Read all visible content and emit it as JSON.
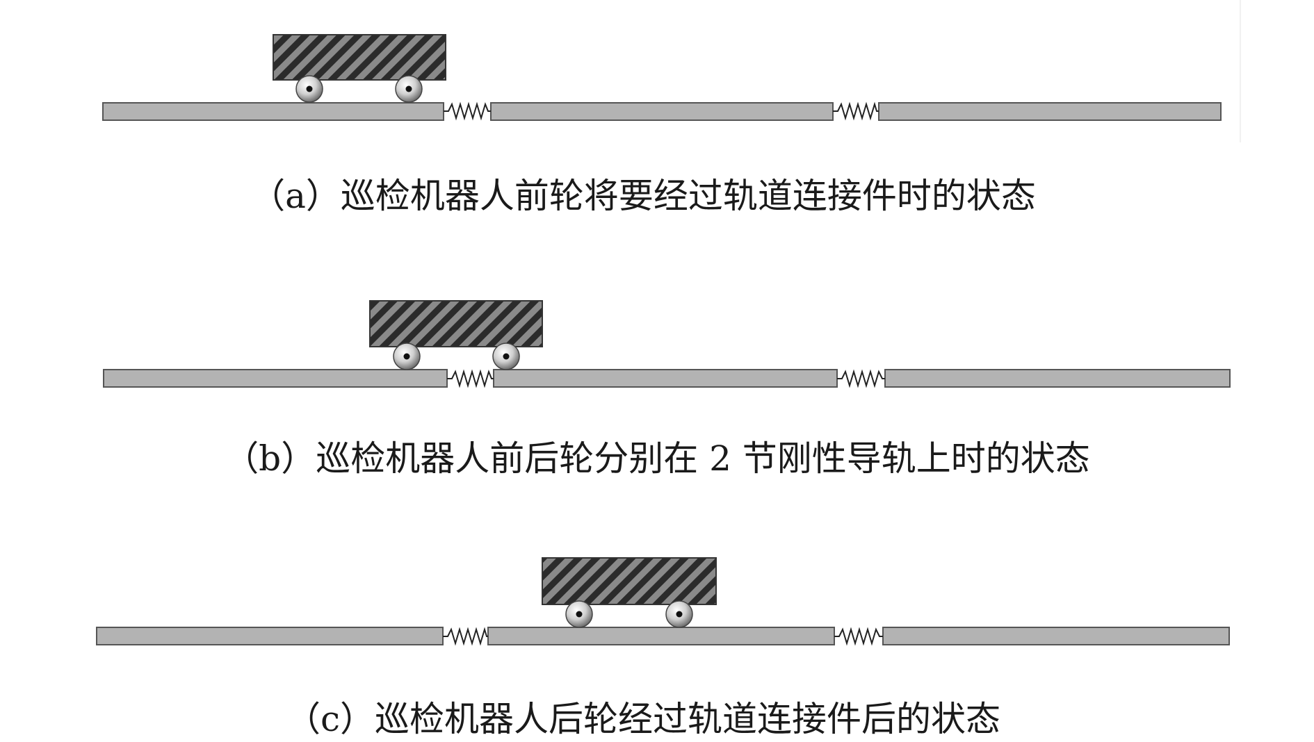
{
  "figure": {
    "panels": [
      {
        "id": "a",
        "caption": "（a）巡检机器人前轮将要经过轨道连接件时的状态",
        "rails": 3,
        "springs": 2,
        "front_wheel_state": "before first connector"
      },
      {
        "id": "b",
        "caption": "（b）巡检机器人前后轮分别在 2 节刚性导轨上时的状态",
        "rails": 3,
        "springs": 2,
        "front_wheel_state": "straddling first connector"
      },
      {
        "id": "c",
        "caption": "（c）巡检机器人后轮经过轨道连接件后的状态",
        "rails": 3,
        "springs": 2,
        "front_wheel_state": "both wheels on second rail"
      }
    ]
  },
  "colors": {
    "rail_fill": "#b3b3b3",
    "rail_stroke": "#555555",
    "body_hatch_dark": "#2b2b2b",
    "body_hatch_light": "#8a8a8a",
    "spring": "#222222",
    "wheel_light": "#f2f2f2",
    "wheel_dark": "#7d7d7d",
    "axle": "#111111"
  }
}
